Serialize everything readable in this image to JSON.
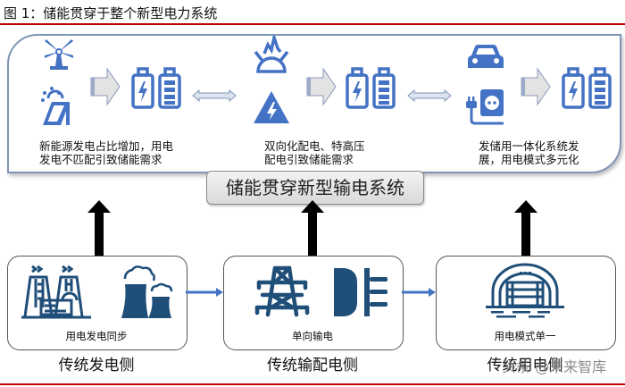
{
  "figure": {
    "title": "图 1：储能贯穿于整个新型电力系统"
  },
  "top_panel": {
    "groups": [
      {
        "icons": [
          "wind-turbine-icon",
          "solar-panel-icon"
        ],
        "storage_icons": [
          "battery-charging-icon",
          "battery-full-icon"
        ],
        "description_lines": [
          "新能源发电占比增加，用电",
          "发电不匹配引致储能需求"
        ]
      },
      {
        "icons": [
          "substation-dome-icon",
          "high-voltage-icon"
        ],
        "storage_icons": [
          "battery-charging-icon",
          "battery-full-icon"
        ],
        "description_lines": [
          "双向化配电、特高压",
          "配电引致储能需求"
        ]
      },
      {
        "icons": [
          "electric-car-icon",
          "charging-socket-icon"
        ],
        "storage_icons": [
          "battery-charging-icon",
          "battery-full-icon"
        ],
        "description_lines": [
          "发储用一体化系统发",
          "展，用电模式多元化"
        ]
      }
    ]
  },
  "banner": {
    "label": "储能贯穿新型输电系统"
  },
  "bottom": {
    "boxes": [
      {
        "icons": [
          "nuclear-plant-icon",
          "cooling-tower-icon"
        ],
        "caption": "用电发电同步",
        "side_label": "传统发电侧"
      },
      {
        "icons": [
          "transmission-tower-icon",
          "plug-icon"
        ],
        "caption": "单向输电",
        "side_label": "传统输配电侧"
      },
      {
        "icons": [
          "factory-building-icon"
        ],
        "caption": "用电模式单一",
        "side_label": "传统用电侧"
      }
    ]
  },
  "watermark": "头条 @未来智库",
  "colors": {
    "icon_blue": "#4472c4",
    "icon_dark_blue": "#1f4e79",
    "rule_red": "#c00000",
    "panel_border": "#7f95b5"
  }
}
